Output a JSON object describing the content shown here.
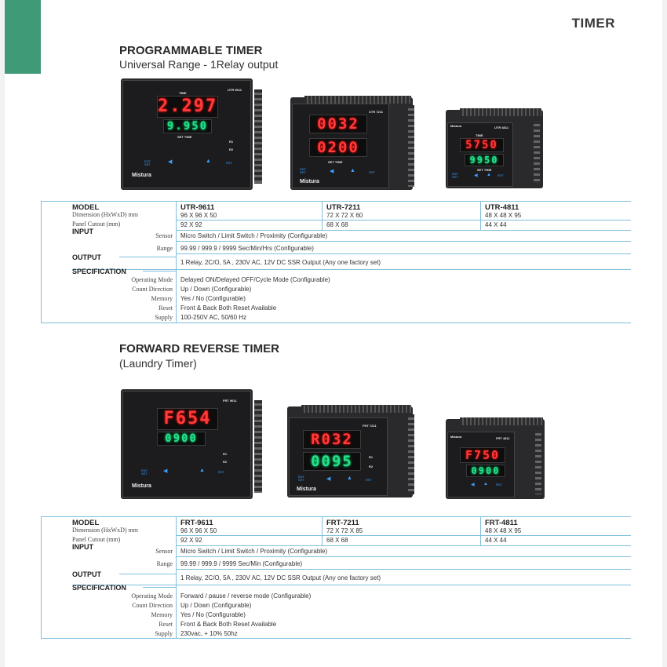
{
  "header": {
    "category": "TIMER"
  },
  "colors": {
    "accent": "#3f9a78",
    "rule": "#7fbfdc"
  },
  "section1": {
    "title": "PROGRAMMABLE TIMER",
    "subtitle": "Universal Range - 1Relay output",
    "devices": [
      {
        "model_tag": "UTR 9611",
        "top_display": "2.297",
        "bottom_display": "9.950",
        "top_label": "TIME",
        "bottom_label": "SET TIME",
        "r1": "R1",
        "r2": "R2",
        "brand": "Mistura",
        "ent": "ENT\nSET",
        "rst": "RST"
      },
      {
        "model_tag": "UTR 7211",
        "top_display": "0032",
        "bottom_display": "0200",
        "bottom_label": "SET TIME",
        "brand": "Mistura",
        "ent": "ENT\nSET",
        "rst": "RST"
      },
      {
        "model_tag": "UTR 4811",
        "top_display": "5750",
        "bottom_display": "9950",
        "top_label": "TIME",
        "bottom_label": "SET TIME",
        "brand": "Mistura",
        "ent": "ENT\nSET",
        "rst": "RST"
      }
    ],
    "table": {
      "model_label": "MODEL",
      "dimension_label": "Dimension (HxWxD) mm",
      "cutout_label": "Panel Cutout (mm)",
      "models": [
        {
          "name": "UTR-9611",
          "dimension": "96 X 96 X 50",
          "cutout": "92 X 92"
        },
        {
          "name": "UTR-7211",
          "dimension": "72 X 72 X 60",
          "cutout": "68 X 68"
        },
        {
          "name": "UTR-4811",
          "dimension": "48 X 48 X 95",
          "cutout": "44 X 44"
        }
      ],
      "input_label": "INPUT",
      "sensor_label": "Sensor",
      "sensor_value": "Micro Switch / Limit Switch / Proximity (Configurable)",
      "range_label": "Range",
      "range_value": "99.99 / 999.9 / 9999 Sec/Min/Hrs (Configurable)",
      "output_label": "OUTPUT",
      "output_value": "1 Relay, 2C/O, 5A , 230V AC, 12V DC SSR Output (Any one factory set)",
      "spec_label": "SPECIFICATION",
      "specs": [
        {
          "label": "Operating Mode",
          "value": "Delayed ON/Delayed OFF/Cycle Mode (Configurable)"
        },
        {
          "label": "Count Direction",
          "value": "Up / Down (Configurable)"
        },
        {
          "label": "Memory",
          "value": "Yes / No (Configurable)"
        },
        {
          "label": "Reset",
          "value": "Front & Back Both Reset Available"
        },
        {
          "label": "Supply",
          "value": "100-250V AC, 50/60 Hz"
        }
      ]
    }
  },
  "section2": {
    "title": "FORWARD REVERSE TIMER",
    "subtitle": "(Laundry Timer)",
    "devices": [
      {
        "model_tag": "FRT 9611",
        "top_display": "F654",
        "bottom_display": "0900",
        "r1": "R1",
        "r2": "R2",
        "brand": "Mistura",
        "ent": "ENT\nSET",
        "rst": "RST"
      },
      {
        "model_tag": "FRT 7211",
        "top_display": "R032",
        "bottom_display": "0095",
        "r1": "R1",
        "r2": "R2",
        "brand": "Mistura",
        "ent": "ENT\nSET",
        "rst": "RST"
      },
      {
        "model_tag": "FRT 4811",
        "top_display": "F750",
        "bottom_display": "0900",
        "brand": "Mistura",
        "rst": "RST"
      }
    ],
    "table": {
      "model_label": "MODEL",
      "dimension_label": "Dimension (HxWxD) mm",
      "cutout_label": "Panel Cutout (mm)",
      "models": [
        {
          "name": "FRT-9611",
          "dimension": "96 X 96 X 50",
          "cutout": "92 X 92"
        },
        {
          "name": "FRT-7211",
          "dimension": "72 X 72 X 85",
          "cutout": "68 X 68"
        },
        {
          "name": "FRT-4811",
          "dimension": "48 X 48 X 95",
          "cutout": "44 X 44"
        }
      ],
      "input_label": "INPUT",
      "sensor_label": "Sensor",
      "sensor_value": "Micro Switch / Limit Switch / Proximity (Configurable)",
      "range_label": "Range",
      "range_value": "99.99 / 999.9 / 9999 Sec/Min (Configurable)",
      "output_label": "OUTPUT",
      "output_value": "1 Relay, 2C/O, 5A , 230V AC, 12V DC SSR Output (Any one factory set)",
      "spec_label": "SPECIFICATION",
      "specs": [
        {
          "label": "Operating Mode",
          "value": "Forward / pause / reverse mode (Configurable)"
        },
        {
          "label": "Count Direction",
          "value": "Up / Down (Configurable)"
        },
        {
          "label": "Memory",
          "value": "Yes / No (Configurable)"
        },
        {
          "label": "Reset",
          "value": "Front & Back Both Reset Available"
        },
        {
          "label": "Supply",
          "value": "230vac, + 10% 50hz"
        }
      ]
    }
  }
}
